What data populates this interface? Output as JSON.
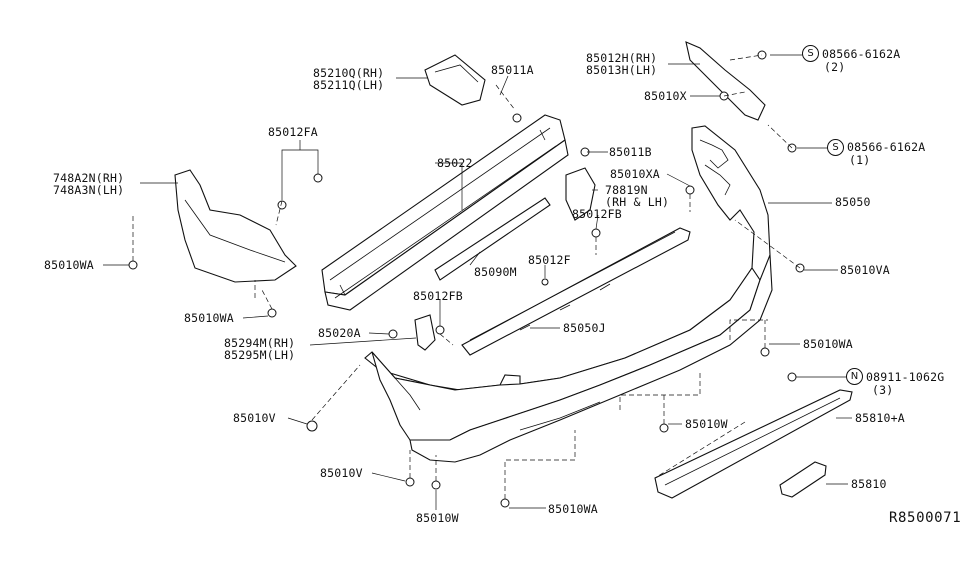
{
  "diagram": {
    "reference_code": "R8500071",
    "labels": {
      "p85210q": "85210Q(RH)",
      "p85211q": "85211Q(LH)",
      "p85011a": "85011A",
      "p85012h": "85012H(RH)",
      "p85013h": "85013H(LH)",
      "p85010x": "85010X",
      "s1_text": "08566-6162A",
      "s1_qty": "(2)",
      "s2_text": "08566-6162A",
      "s2_qty": "(1)",
      "p85012fa": "85012FA",
      "p85022": "85022",
      "p85011b": "85011B",
      "p748a2n": "748A2N(RH)",
      "p748a3n": "748A3N(LH)",
      "p85010xa": "85010XA",
      "p78819n": "78819N",
      "p78819n_side": "(RH & LH)",
      "p85050": "85050",
      "p85012fb_top": "85012FB",
      "p85010wa_left": "85010WA",
      "p85012f": "85012F",
      "p85090m": "85090M",
      "p85010va": "85010VA",
      "p85012fb_mid": "85012FB",
      "p85010wa_left2": "85010WA",
      "p85050j": "85050J",
      "p85020a": "85020A",
      "p85294m": "85294M(RH)",
      "p85295m": "85295M(LH)",
      "p85010wa_right": "85010WA",
      "n_text": "08911-1062G",
      "n_qty": "(3)",
      "p85010v_left": "85010V",
      "p85810a": "85810+A",
      "p85010w_mid": "85010W",
      "p85010v_low": "85010V",
      "p85810": "85810",
      "p85010w_low": "85010W",
      "p85010wa_bottom": "85010WA"
    },
    "symbols": {
      "s1": "S",
      "s2": "S",
      "n": "N"
    }
  }
}
